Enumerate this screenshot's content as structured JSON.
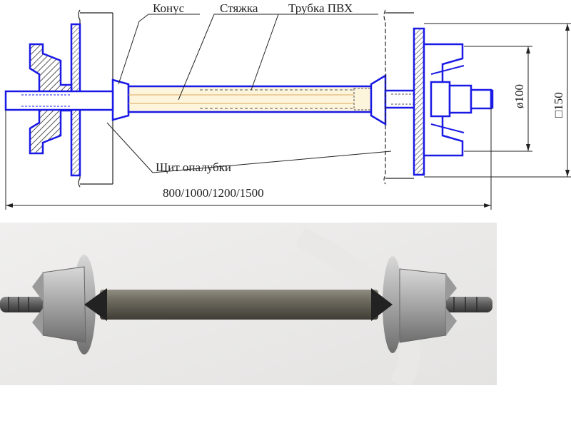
{
  "drawing": {
    "labels": {
      "cone": "Конус",
      "tie": "Стяжка",
      "pvc_tube": "Трубка ПВХ",
      "formwork_panel": "Щит опалубки",
      "lengths": "800/1000/1200/1500",
      "diameter": "ø100",
      "square": "□150"
    },
    "colors": {
      "blue": "#1a1ae6",
      "hatch": "#555555",
      "dim": "#222222",
      "tube_fill": "#fdf4dc",
      "tube_line": "#e0a85a"
    }
  },
  "photo": {
    "description_icon": "formwork-tie-photo"
  }
}
